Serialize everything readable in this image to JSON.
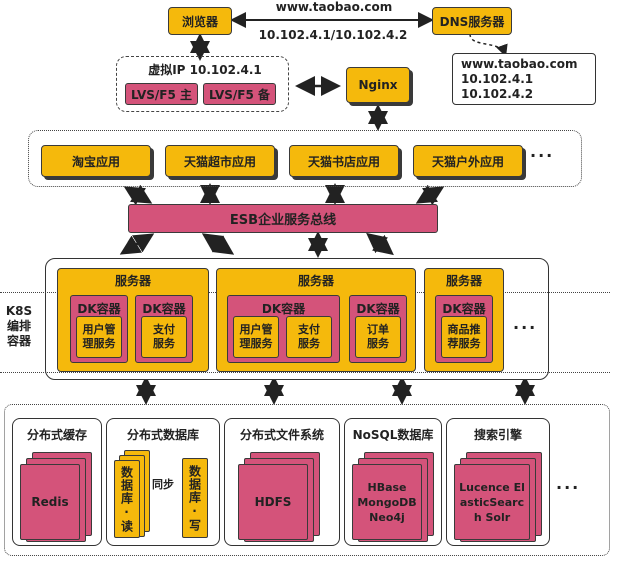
{
  "top": {
    "browser": "浏览器",
    "domain": "www.taobao.com",
    "ips": "10.102.4.1/10.102.4.2",
    "dns": "DNS服务器",
    "dns_result": [
      "www.taobao.com",
      "10.102.4.1",
      "10.102.4.2"
    ]
  },
  "lb": {
    "vip": "虚拟IP 10.102.4.1",
    "master": "LVS/F5 主",
    "backup": "LVS/F5 备",
    "nginx": "Nginx"
  },
  "apps": [
    "淘宝应用",
    "天猫超市应用",
    "天猫书店应用",
    "天猫户外应用"
  ],
  "ellipsis": "···",
  "esb": "ESB企业服务总线",
  "k8s_label": [
    "K8S",
    "编排",
    "容器"
  ],
  "servers": [
    {
      "title": "服务器",
      "containers": [
        {
          "title": "DK容器",
          "service": "用户管理服务"
        },
        {
          "title": "DK容器",
          "service": "支付服务"
        }
      ]
    },
    {
      "title": "服务器",
      "containers": [
        {
          "title": "DK容器",
          "services": [
            "用户管理服务",
            "支付服务"
          ]
        },
        {
          "title": "DK容器",
          "service": "订单服务"
        }
      ]
    },
    {
      "title": "服务器",
      "containers": [
        {
          "title": "DK容器",
          "service": "商品推荐服务"
        }
      ]
    }
  ],
  "storage": {
    "cache": {
      "title": "分布式缓存",
      "item": "Redis"
    },
    "db": {
      "title": "分布式数据库",
      "read": "数据库·读",
      "sync": "同步",
      "write": "数据库·写"
    },
    "fs": {
      "title": "分布式文件系统",
      "item": "HDFS"
    },
    "nosql": {
      "title": "NoSQL数据库",
      "item": "HBase MongoDB Neo4j"
    },
    "search": {
      "title": "搜索引擎",
      "item": "Lucence ElasticSearch Solr"
    }
  }
}
